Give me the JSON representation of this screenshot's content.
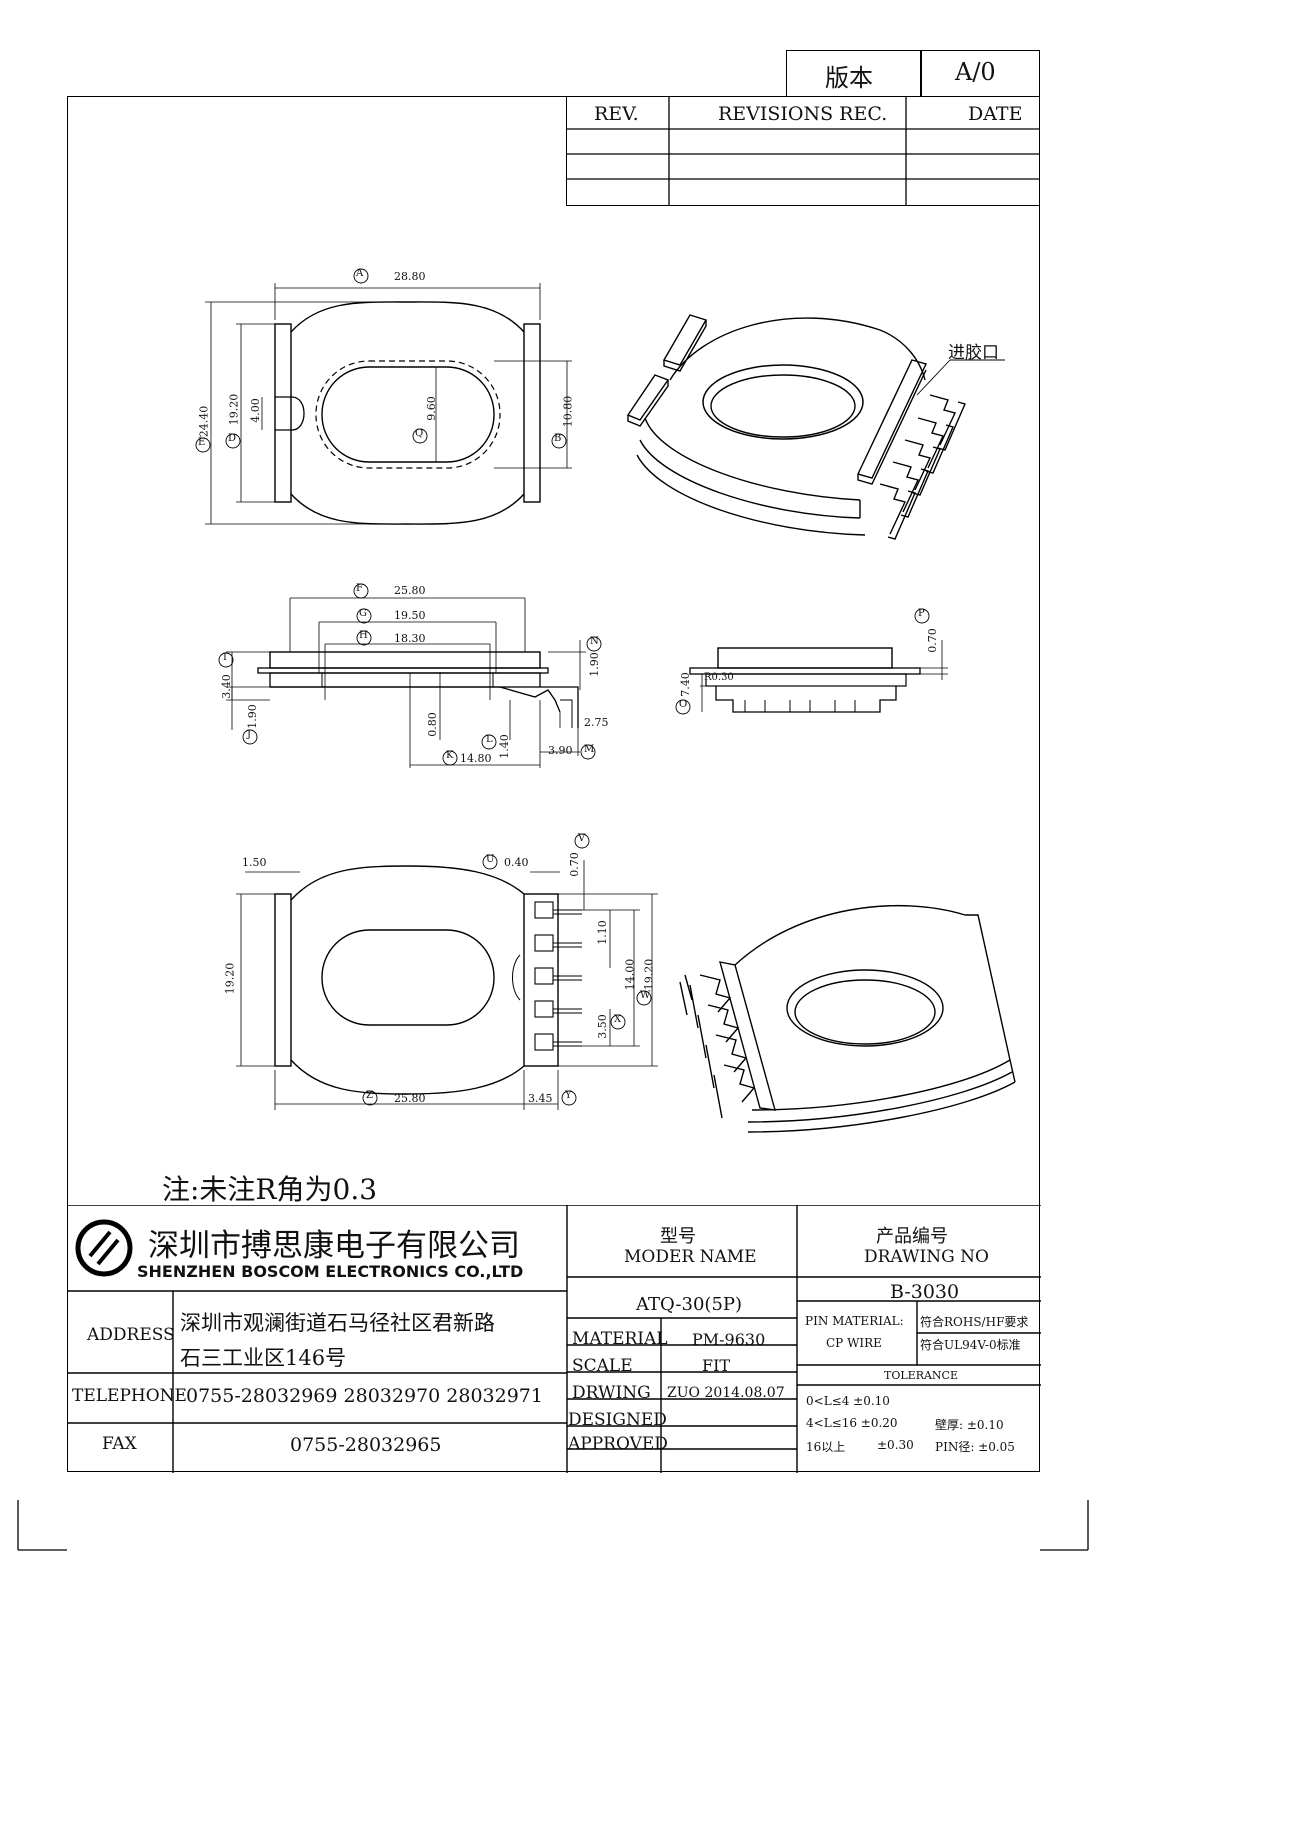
{
  "version": {
    "label": "版本",
    "value": "A/0"
  },
  "revisions": {
    "rev": "REV.",
    "rec": "REVISIONS REC.",
    "date": "DATE"
  },
  "dims_top": {
    "A": "A",
    "A_val": "28.80",
    "E": "E",
    "E_val": "24.40",
    "D": "D",
    "D_val": "19.20",
    "slot": "4.00",
    "Q": "Q",
    "Q_val": "9.60",
    "B": "B",
    "B_val": "10.80"
  },
  "iso_label": "进胶口",
  "dims_side": {
    "F": "F",
    "F_val": "25.80",
    "G": "G",
    "G_val": "19.50",
    "H": "H",
    "H_val": "18.30",
    "I": "I",
    "I_val": "3.40",
    "J": "J",
    "J_val": "1.90",
    "N": "N",
    "N_val": "1.90",
    "center": "0.80",
    "L": "L",
    "L_val": "1.40",
    "pin": "2.75",
    "K": "K",
    "K_val": "14.80",
    "M": "M",
    "M_val": "3.90"
  },
  "dims_end": {
    "P": "P",
    "P_val": "0.70",
    "O": "O",
    "O_val": "7.40",
    "R": "R0.30"
  },
  "dims_bottom": {
    "left": "1.50",
    "U": "U",
    "U_val": "0.40",
    "V": "V",
    "V_val": "0.70",
    "height": "19.20",
    "pitch": "1.10",
    "span": "14.00",
    "W": "W",
    "W_val": "19.20",
    "X": "X",
    "X_val": "3.50",
    "Z": "Z",
    "Z_val": "25.80",
    "Y": "Y",
    "Y_val": "3.45"
  },
  "note": "注:未注R角为0.3",
  "company": {
    "cn": "深圳市搏思康电子有限公司",
    "en": "SHENZHEN BOSCOM ELECTRONICS CO.,LTD"
  },
  "address": {
    "label": "ADDRESS",
    "line1": "深圳市观澜街道石马径社区君新路",
    "line2": "石三工业区146号"
  },
  "telephone": {
    "label": "TELEPHONE",
    "value": "0755-28032969 28032970 28032971"
  },
  "fax": {
    "label": "FAX",
    "value": "0755-28032965"
  },
  "model": {
    "label_cn": "型号",
    "label_en": "MODER NAME",
    "value": "ATQ-30(5P)"
  },
  "drawing_no": {
    "label_cn": "产品编号",
    "label_en": "DRAWING NO",
    "value": "B-3030"
  },
  "material": {
    "label": "MATERIAL",
    "value": "PM-9630"
  },
  "scale": {
    "label": "SCALE",
    "value": "FIT"
  },
  "drwing": {
    "label": "DRWING",
    "value": "ZUO 2014.08.07"
  },
  "designed": {
    "label": "DESIGNED",
    "value": ""
  },
  "approved": {
    "label": "APPROVED",
    "value": ""
  },
  "pin_material": {
    "label": "PIN MATERIAL:",
    "value": "CP WIRE",
    "rohs": "符合ROHS/HF要求",
    "ul": "符合UL94V-0标准"
  },
  "tolerance": {
    "title": "TOLERANCE",
    "r1": "0<L≤4  ±0.10",
    "r2": "4<L≤16  ±0.20",
    "r3a": "16以上",
    "r3b": "±0.30",
    "wall": "壁厚:  ±0.10",
    "pin": "PIN径: ±0.05"
  }
}
